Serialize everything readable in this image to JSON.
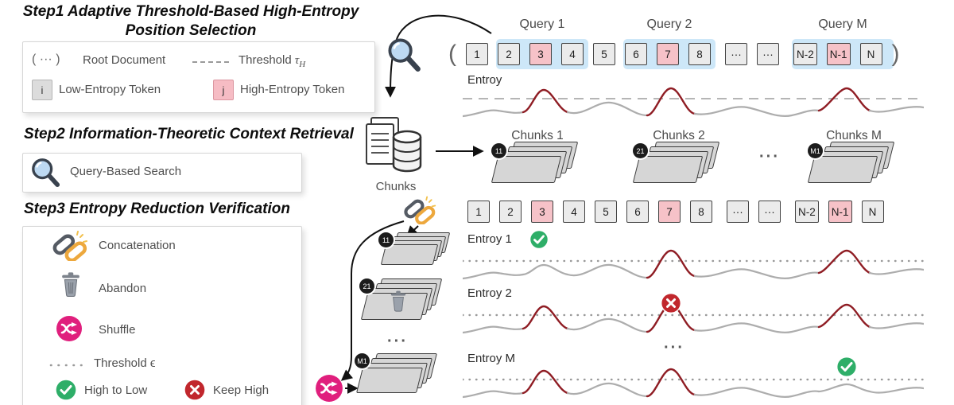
{
  "step1": {
    "title_line1": "Step1 Adaptive Threshold-Based High-Entropy",
    "title_line2": "Position Selection",
    "root_symbol": "( ··· )",
    "root_label": "Root Document",
    "threshold_label": "Threshold",
    "tau": "τ",
    "tau_sub": "H",
    "low_token": "i",
    "low_label": "Low-Entropy Token",
    "high_token": "j",
    "high_label": "High-Entropy Token"
  },
  "step2": {
    "title": "Step2 Information-Theoretic Context Retrieval",
    "search_label": "Query-Based Search"
  },
  "step3": {
    "title": "Step3 Entropy Reduction Verification",
    "concat_label": "Concatenation",
    "abandon_label": "Abandon",
    "shuffle_label": "Shuffle",
    "threshold_label": "Threshold ϵ",
    "high_to_low_label": "High to Low",
    "keep_high_label": "Keep High"
  },
  "middle": {
    "chunks_label": "Chunks",
    "stack_badges": [
      "11",
      "21",
      "M1"
    ],
    "ellipsis": "···"
  },
  "flow": {
    "queries": [
      "Query 1",
      "Query 2",
      "Query M"
    ],
    "paren_open": "(",
    "paren_close": ")",
    "tokens": [
      "1",
      "2",
      "3",
      "4",
      "5",
      "6",
      "7",
      "8",
      "···",
      "···",
      "N-2",
      "N-1",
      "N"
    ],
    "entropy_label": "Entroy",
    "chunk_labels": [
      "Chunks 1",
      "Chunks 2",
      "Chunks M"
    ],
    "chunk_badges": [
      "11",
      "21",
      "M1"
    ],
    "chunks_ellipsis": "···",
    "entropy_rows": [
      "Entroy 1",
      "Entroy 2",
      "Entroy M"
    ],
    "rows_ellipsis": "···"
  },
  "colors": {
    "highlight_blue": "#cde7f8",
    "token_pink": "#f6c2c8",
    "peak_red": "#8f1d24",
    "check_green": "#2eae68",
    "cross_red": "#c1272d",
    "shuffle_magenta": "#e01f7d",
    "chain_gold": "#eda83d"
  }
}
